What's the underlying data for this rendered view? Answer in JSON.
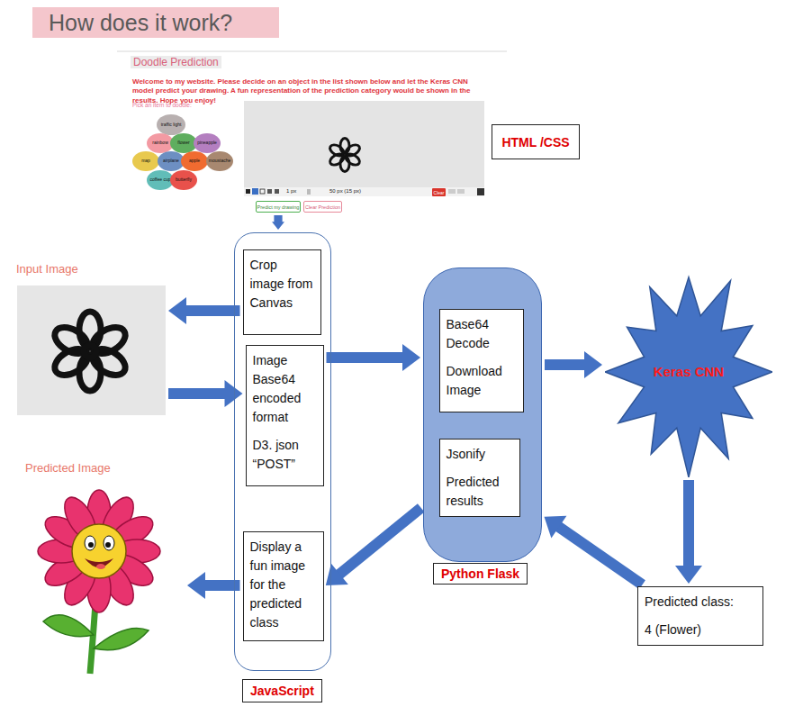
{
  "diagram": {
    "title": "How does it work?",
    "nodes": [
      {
        "text": [
          "traffic light"
        ]
      },
      {
        "text": [
          "rainbow"
        ]
      },
      {
        "text": [
          "flower"
        ]
      },
      {
        "text": [
          "pineapple"
        ]
      },
      {
        "text": [
          "map"
        ]
      },
      {
        "text": [
          "airplane"
        ]
      },
      {
        "text": [
          "apple"
        ]
      },
      {
        "text": [
          "moustache"
        ]
      },
      {
        "text": [
          "coffee cup"
        ]
      },
      {
        "text": [
          "butterfly"
        ]
      },
      {
        "text": [
          "Clear"
        ]
      },
      {
        "text": [
          "HTML /CSS"
        ]
      },
      {
        "text": [
          "Predict my drawing"
        ]
      },
      {
        "text": [
          "Clear Prediction"
        ]
      },
      {
        "text": [
          "Input Image"
        ]
      },
      {
        "text": [
          "JavaScript"
        ]
      },
      {
        "text": [
          "Crop image from Canvas"
        ],
        "in": 15
      },
      {
        "text": [
          "Image Base64 encoded format",
          "D3. json “POST”"
        ],
        "in": 15
      },
      {
        "text": [
          "Display a fun image for the predicted class"
        ],
        "in": 15
      },
      {
        "text": [
          "Python Flask"
        ]
      },
      {
        "text": [
          "Base64 Decode",
          "Download Image"
        ],
        "in": 19
      },
      {
        "text": [
          "Jsonify",
          "Predicted results"
        ],
        "in": 19
      },
      {
        "text": [
          "Keras CNN"
        ]
      },
      {
        "text": [
          "Predicted class:",
          "4 (Flower)"
        ]
      },
      {
        "text": [
          "Predicted Image"
        ]
      }
    ],
    "edges": [
      {
        "from": 12,
        "to": 15,
        "arrow": "to"
      },
      {
        "from": 16,
        "to": 14,
        "arrow": "to"
      },
      {
        "from": 14,
        "to": 17,
        "arrow": "to"
      },
      {
        "from": 17,
        "to": 19,
        "arrow": "to"
      },
      {
        "from": 19,
        "to": 22,
        "arrow": "to"
      },
      {
        "from": 22,
        "to": 23,
        "arrow": "to"
      },
      {
        "from": 23,
        "to": 19,
        "arrow": "to"
      },
      {
        "from": 19,
        "to": 18,
        "arrow": "to"
      },
      {
        "from": 18,
        "to": 24,
        "arrow": "to"
      }
    ],
    "labels": [
      "Doodle Prediction",
      "Welcome to my website. Please decide on an object in the list shown below and let the Keras CNN model predict your drawing. A fun representation of the prediction category would be shown in the results. Hope you enjoy!",
      "Pick an item to doodle:",
      "1 px",
      "50 px (15 px)"
    ]
  }
}
